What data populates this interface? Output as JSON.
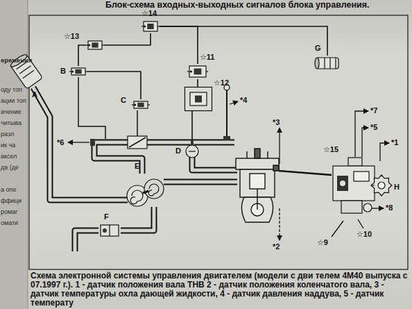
{
  "diagram": {
    "title": "Блок-схема входных-выходных сигналов блока управления.",
    "caption": "Схема электронной системы управления двигателем (модели с дви телем 4М40 выпуска с 07.1997 г.). 1 - датчик положения вала ТНВ 2 - датчик положения коленчатого вала, 3 - датчик температуры охла дающей жидкости, 4 - датчик давления наддува, 5 - датчик температу",
    "nodes": [
      {
        "text": [
          "☆14"
        ]
      },
      {
        "text": [
          "☆13"
        ]
      },
      {
        "text": [
          "☆11"
        ]
      },
      {
        "text": [
          "G"
        ]
      },
      {
        "text": [
          "B"
        ]
      },
      {
        "text": [
          "A"
        ]
      },
      {
        "text": [
          "C"
        ]
      },
      {
        "text": [
          "☆12"
        ]
      },
      {
        "text": [
          "D"
        ]
      },
      {
        "text": [
          "E"
        ]
      },
      {
        "text": [
          "H"
        ]
      },
      {
        "text": [
          "F"
        ]
      }
    ],
    "edges": [
      {
        "from": 1,
        "to": 0,
        "arrow": "none"
      },
      {
        "from": 1,
        "to": 4,
        "arrow": "none"
      },
      {
        "from": 4,
        "to": 6,
        "arrow": "none"
      },
      {
        "from": 0,
        "to": 2,
        "arrow": "none"
      },
      {
        "from": 0,
        "to": 3,
        "arrow": "none"
      },
      {
        "from": 2,
        "to": 7,
        "arrow": "none"
      },
      {
        "from": 7,
        "to": 8,
        "arrow": "none"
      }
    ],
    "labels": [
      "*4",
      "*3",
      "*6",
      "☆15",
      "*7",
      "*5",
      "*1",
      "*2",
      "*8",
      "☆9",
      "☆10",
      "ережения",
      "оду топ",
      "ации топ",
      "ачение",
      "читыва",
      "разл",
      "ик ча",
      "аксел",
      "да (де",
      "а опе",
      "ффици",
      "ромаг",
      "омати"
    ]
  }
}
